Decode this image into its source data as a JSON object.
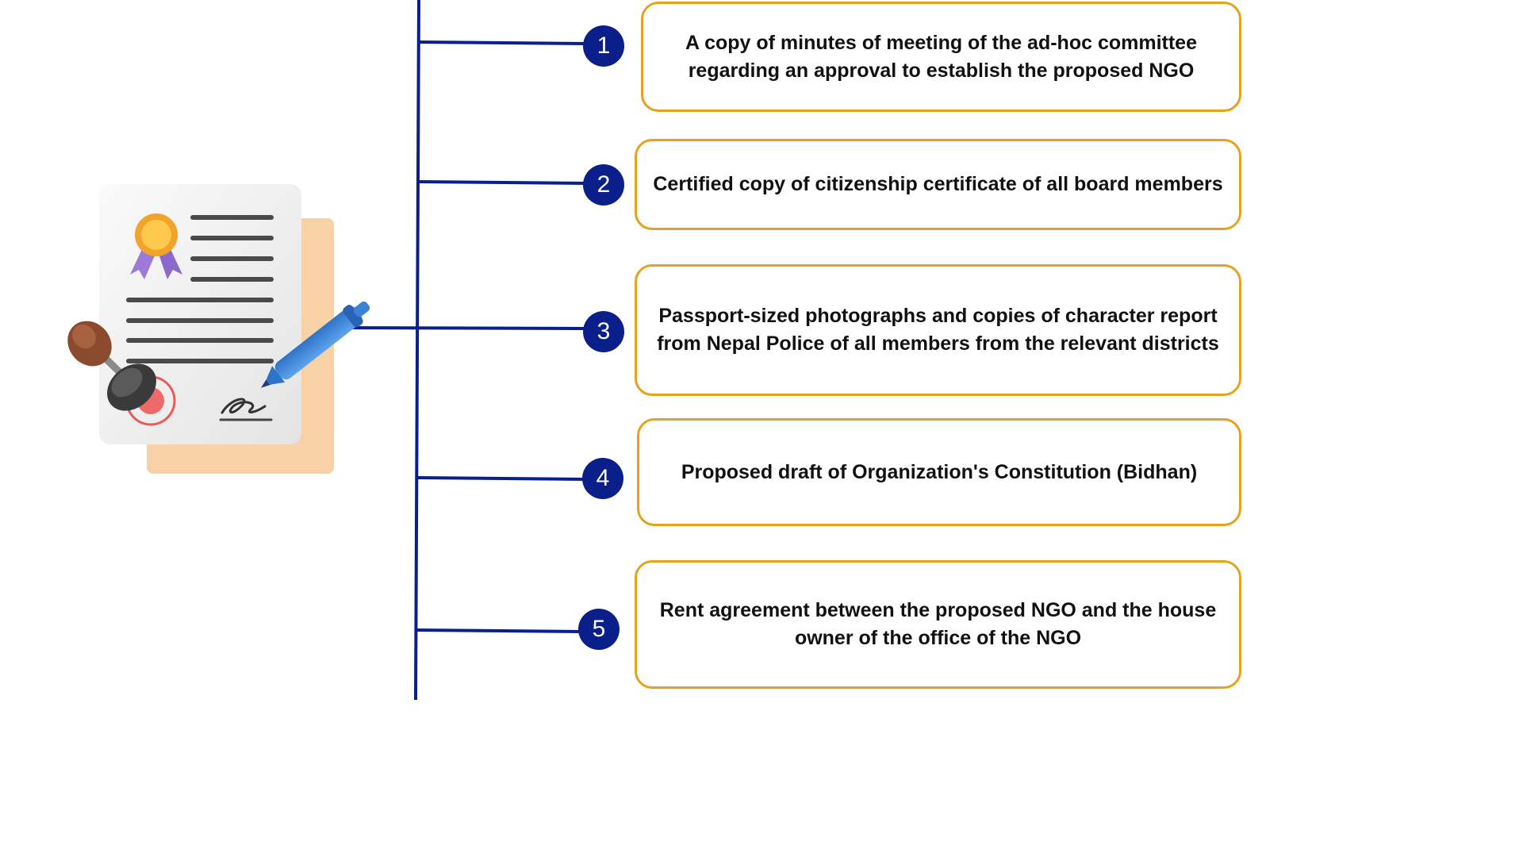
{
  "colors": {
    "line": "#0a1f8a",
    "badge": "#0a1f8a",
    "box_border": "#e6a11f",
    "text": "#111111"
  },
  "illustration": {
    "icon": "certificate-document-with-stamp-and-pen-icon"
  },
  "steps": [
    {
      "number": "1",
      "text": "A copy of minutes of meeting of the ad-hoc committee regarding an approval to establish the proposed NGO"
    },
    {
      "number": "2",
      "text": "Certified copy of citizenship certificate of all board members"
    },
    {
      "number": "3",
      "text": "Passport-sized photographs and copies of character report from Nepal Police of all members from the relevant districts"
    },
    {
      "number": "4",
      "text": "Proposed draft of Organization's Constitution (Bidhan)"
    },
    {
      "number": "5",
      "text": "Rent agreement between the proposed NGO and the house owner of the office of the NGO"
    }
  ]
}
